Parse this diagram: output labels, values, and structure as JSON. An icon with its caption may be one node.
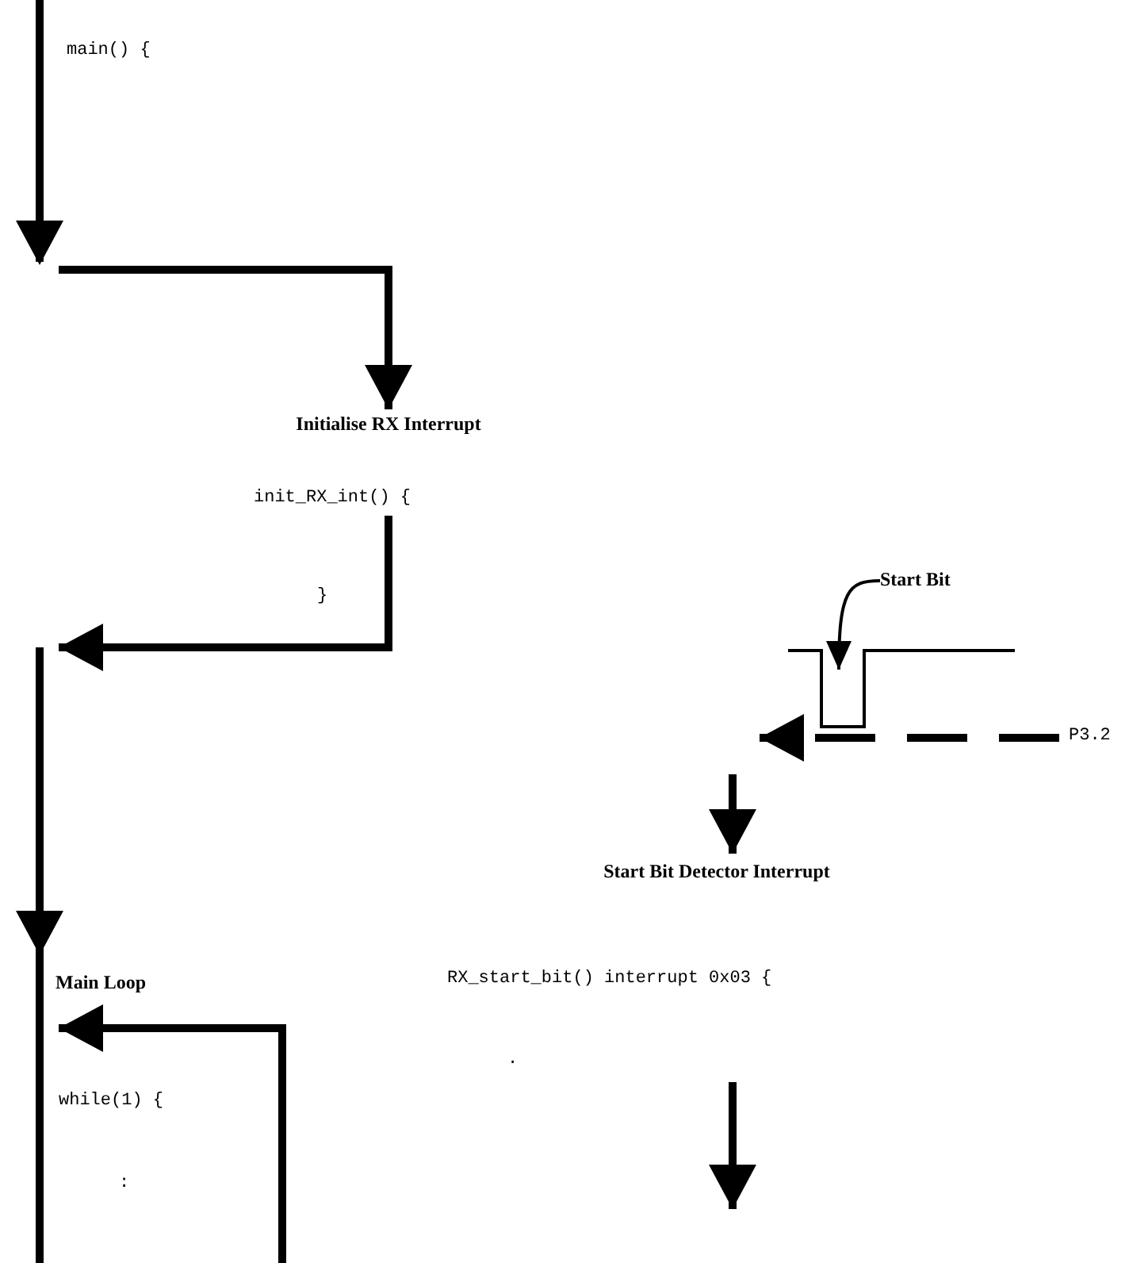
{
  "diagram": {
    "nodes": [
      {
        "text": [
          "Initialise RX Interrupt",
          "init_RX_int() {"
        ]
      },
      {
        "text": [
          "Main Loop",
          "while(1) {",
          ":"
        ]
      },
      {
        "text": [
          "Start Bit"
        ]
      },
      {
        "text": [],
        "shape": "picture"
      },
      {
        "text": [
          "P3.2"
        ]
      },
      {
        "text": [
          "Start Bit Detector Interrupt",
          "RX_start_bit() interrupt 0x03 {",
          "."
        ]
      }
    ],
    "edges": [
      {
        "from": null,
        "to": 0,
        "arrow": "to"
      },
      {
        "from": 0,
        "to": null,
        "arrow": "to"
      },
      {
        "from": null,
        "to": 1,
        "arrow": "to"
      },
      {
        "from": 2,
        "to": 3,
        "arrow": "to"
      },
      {
        "from": 4,
        "to": 3,
        "arrow": "to",
        "style": "dashed"
      },
      {
        "from": null,
        "to": 5,
        "arrow": "to"
      },
      {
        "from": 5,
        "to": null,
        "arrow": "to"
      }
    ],
    "labels": [
      "main() {",
      "}"
    ]
  }
}
